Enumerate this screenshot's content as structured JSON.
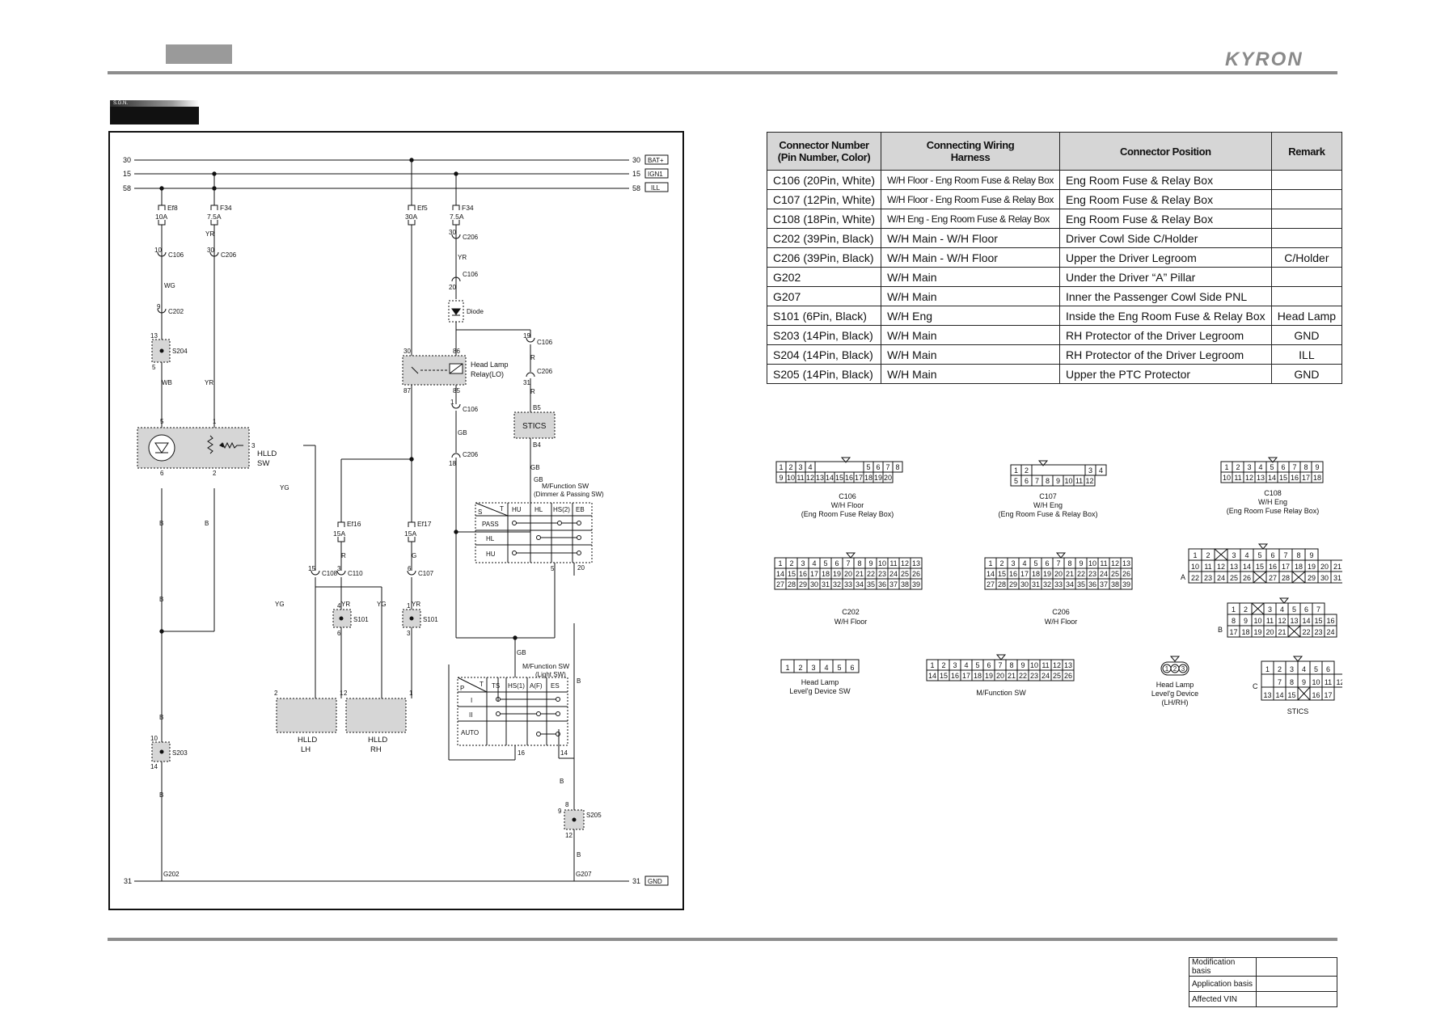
{
  "header": {
    "brand": "KYRON",
    "section_tag": "S.G.N."
  },
  "schematic": {
    "rails": [
      {
        "num": "30",
        "tag": "BAT+"
      },
      {
        "num": "15",
        "tag": "IGN1"
      },
      {
        "num": "58",
        "tag": "ILL"
      },
      {
        "num": "31",
        "tag": "GND"
      }
    ],
    "fuses": [
      {
        "name": "Ef8",
        "rating": "10A"
      },
      {
        "name": "F34",
        "rating": "7.5A"
      },
      {
        "name": "Ef5",
        "rating": "30A"
      },
      {
        "name": "F34",
        "rating": "7.5A"
      },
      {
        "name": "Ef16",
        "rating": "15A"
      },
      {
        "name": "Ef17",
        "rating": "15A"
      }
    ],
    "labels": {
      "relay": "Head Lamp",
      "relay2": "Relay(LO)",
      "diode": "Diode",
      "stics": "STICS",
      "hlld_sw": "HLLD",
      "hlld_sw2": "SW",
      "hlld_lh": "HLLD",
      "lh": "LH",
      "hlld_rh": "HLLD",
      "rh": "RH",
      "mfsw1": "M/Function SW",
      "mfsw1b": "(Dimmer & Passing SW)",
      "mfsw2": "M/Function SW",
      "mfsw2b": "(Light SW)",
      "g202": "G202",
      "g207": "G207"
    },
    "connectors": [
      "C106",
      "C206",
      "C202",
      "S204",
      "C108",
      "C110",
      "C107",
      "S101",
      "S203",
      "S205"
    ],
    "wires": [
      "YR",
      "WG",
      "WB",
      "B",
      "YG",
      "R",
      "G",
      "GB"
    ],
    "dimmer_table": {
      "cols": [
        "HU",
        "HL",
        "HS(2)",
        "EB"
      ],
      "rows": [
        "PASS",
        "HL",
        "HU"
      ],
      "corner": [
        "S",
        "T"
      ]
    },
    "light_table": {
      "cols": [
        "TS",
        "HS(1)",
        "A(F)",
        "ES"
      ],
      "rows": [
        "I",
        "II",
        "AUTO"
      ],
      "corner": [
        "P",
        "T"
      ]
    }
  },
  "connector_table": {
    "headers": [
      "Connector Number\n(Pin Number, Color)",
      "Connecting Wiring\nHarness",
      "Connector Position",
      "Remark"
    ],
    "rows": [
      [
        "C106 (20Pin, White)",
        "W/H Floor - Eng Room Fuse & Relay Box",
        "Eng Room Fuse & Relay Box",
        ""
      ],
      [
        "C107 (12Pin, White)",
        "W/H Floor - Eng Room Fuse & Relay Box",
        "Eng Room Fuse & Relay Box",
        ""
      ],
      [
        "C108 (18Pin, White)",
        "W/H Eng - Eng Room Fuse & Relay Box",
        "Eng Room Fuse & Relay Box",
        ""
      ],
      [
        "C202 (39Pin, Black)",
        "W/H Main - W/H Floor",
        "Driver Cowl Side C/Holder",
        ""
      ],
      [
        "C206 (39Pin, Black)",
        "W/H Main - W/H Floor",
        "Upper the Driver Legroom",
        "C/Holder"
      ],
      [
        "G202",
        "W/H Main",
        "Under the Driver “A” Pillar",
        ""
      ],
      [
        "G207",
        "W/H Main",
        "Inner the Passenger Cowl Side PNL",
        ""
      ],
      [
        "S101 (6Pin, Black)",
        "W/H Eng",
        "Inside the Eng Room Fuse & Relay Box",
        "Head Lamp"
      ],
      [
        "S203 (14Pin, Black)",
        "W/H Main",
        "RH Protector of the Driver Legroom",
        "GND"
      ],
      [
        "S204 (14Pin, Black)",
        "W/H Main",
        "RH Protector of the Driver Legroom",
        "ILL"
      ],
      [
        "S205 (14Pin, Black)",
        "W/H Main",
        "Upper the PTC Protector",
        "GND"
      ]
    ]
  },
  "connector_views": [
    {
      "name": "C106",
      "sub": "W/H Floor",
      "loc": "(Eng Room Fuse Relay Box)"
    },
    {
      "name": "C107",
      "sub": "W/H Eng",
      "loc": "(Eng Room Fuse & Relay Box)"
    },
    {
      "name": "C108",
      "sub": "W/H Eng",
      "loc": "(Eng Room Fuse Relay Box)"
    },
    {
      "name": "C202",
      "sub": "W/H Floor",
      "loc": ""
    },
    {
      "name": "C206",
      "sub": "W/H Floor",
      "loc": ""
    },
    {
      "name": "Head Lamp",
      "sub": "Level'g Device SW",
      "loc": ""
    },
    {
      "name": "M/Function SW",
      "sub": "",
      "loc": ""
    },
    {
      "name": "Head Lamp",
      "sub": "Level'g Device",
      "loc": "(LH/RH)"
    },
    {
      "name": "STICS",
      "sub": "",
      "loc": ""
    }
  ],
  "modification": {
    "rows": [
      "Modification basis",
      "Application basis",
      "Affected VIN"
    ]
  }
}
